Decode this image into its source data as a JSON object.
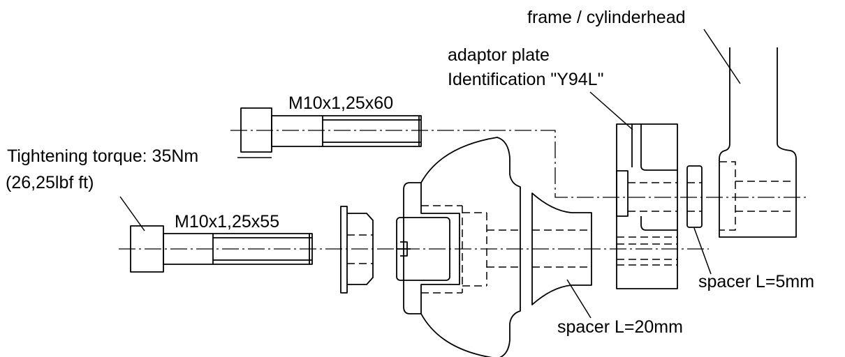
{
  "labels": {
    "frame": "frame / cylinderhead",
    "adaptor_line1": "adaptor plate",
    "adaptor_line2": "Identification \"Y94L\"",
    "bolt_upper": "M10x1,25x60",
    "torque_line1": "Tightening torque: 35Nm",
    "torque_line2": "(26,25lbf ft)",
    "bolt_lower": "M10x1,25x55",
    "spacer_5": "spacer L=5mm",
    "spacer_20": "spacer L=20mm"
  },
  "colors": {
    "line": "#000000",
    "background": "#ffffff"
  }
}
